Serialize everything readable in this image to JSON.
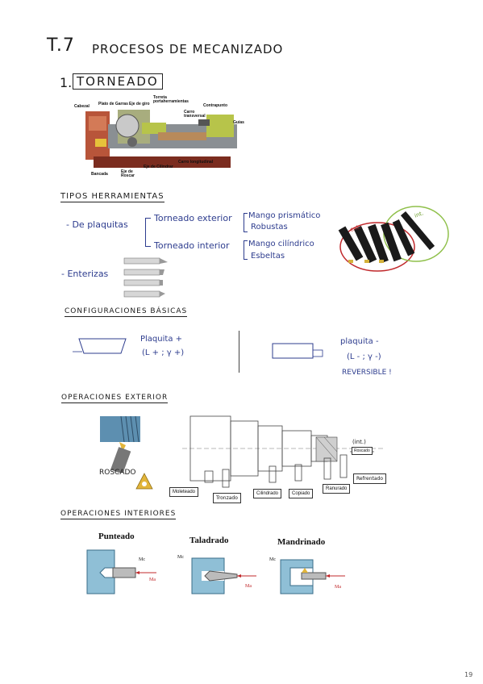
{
  "header": {
    "number": "T.7",
    "title": "PROCESOS DE MECANIZADO"
  },
  "section1": {
    "num": "1.",
    "title": "TORNEADO",
    "lathe_labels": [
      "Cabezal",
      "Plato de Garras",
      "Eje de giro",
      "Torreta portaherramientas",
      "Carro transversal",
      "Contrapunto",
      "Guías",
      "Bancada",
      "Eje de Roscar",
      "Eje de Cilindrar",
      "Carro longitudinal"
    ]
  },
  "tools": {
    "heading": "TIPOS HERRAMIENTAS",
    "plaquitas": "- De plaquitas",
    "ext": "Torneado exterior",
    "ext_opts": [
      "Mango prismático",
      "Robustas"
    ],
    "int": "Torneado interior",
    "int_opts": [
      "Mango cilíndrico",
      "Esbeltas"
    ],
    "enterizas": "- Enterizas",
    "photo_ext": "ext.",
    "photo_int": "int."
  },
  "config": {
    "heading": "CONFIGURACIONES BÁSICAS",
    "left_l1": "Plaquita +",
    "left_l2": "(L + ; γ +)",
    "right_l1": "plaquita -",
    "right_l2": "(L - ; γ -)",
    "right_l3": "REVERSIBLE !"
  },
  "ext_ops": {
    "heading": "OPERACIONES EXTERIOR",
    "roscado": "ROSCADO",
    "labels": [
      "Moleteado",
      "Tronzado",
      "Cilindrado",
      "Copiado",
      "Ranurado",
      "Refrentado"
    ],
    "int_label": "(int.)",
    "roscado_small": "Roscado"
  },
  "int_ops": {
    "heading": "OPERACIONES INTERIORES",
    "items": [
      {
        "title": "Punteado",
        "mc": "Mc",
        "ma": "Ma"
      },
      {
        "title": "Taladrado",
        "mc": "Mc",
        "ma": "Ma"
      },
      {
        "title": "Mandrinado",
        "mc": "Mc",
        "ma": "Ma"
      }
    ]
  },
  "footer": {
    "page": "19"
  },
  "colors": {
    "ink": "#2d3c8e",
    "red": "#c0282b",
    "green": "#8fc04a"
  }
}
